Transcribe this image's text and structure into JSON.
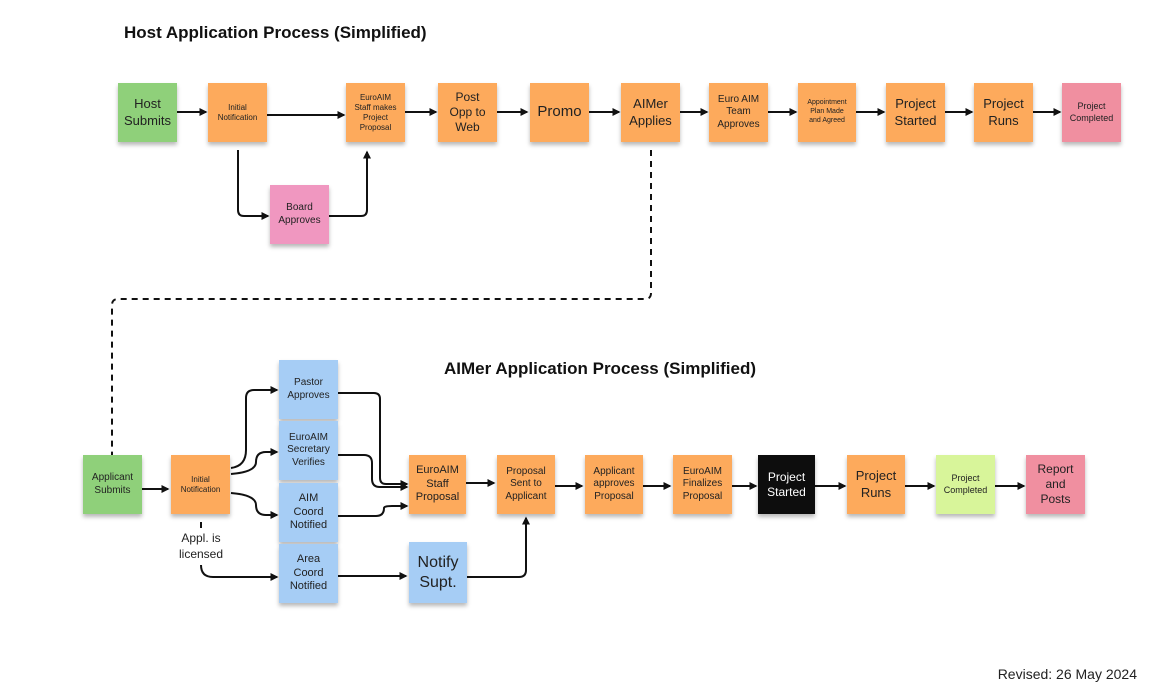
{
  "titles": {
    "host": "Host Application Process (Simplified)",
    "aimer": "AIMer Application Process (Simplified)"
  },
  "host_flow": {
    "host_submits": "Host\nSubmits",
    "initial_notification": "Initial\nNotification",
    "staff_proposal": "EuroAIM\nStaff makes\nProject\nProposal",
    "post_opp": "Post\nOpp to\nWeb",
    "promo": "Promo",
    "aimer_applies": "AIMer\nApplies",
    "team_approves": "Euro AIM\nTeam\nApproves",
    "appointment_plan": "Appointment\nPlan Made\nand Agreed",
    "project_started": "Project\nStarted",
    "project_runs": "Project\nRuns",
    "project_completed": "Project\nCompleted",
    "board_approves": "Board\nApproves"
  },
  "aimer_flow": {
    "applicant_submits": "Applicant\nSubmits",
    "initial_notification": "Initial\nNotification",
    "pastor_approves": "Pastor\nApproves",
    "secretary_verifies": "EuroAIM\nSecretary\nVerifies",
    "aim_coord_notified": "AIM\nCoord\nNotified",
    "area_coord_notified": "Area\nCoord\nNotified",
    "staff_proposal": "EuroAIM\nStaff\nProposal",
    "proposal_sent": "Proposal\nSent to\nApplicant",
    "applicant_approves": "Applicant\napproves\nProposal",
    "finalizes_proposal": "EuroAIM\nFinalizes\nProposal",
    "project_started": "Project\nStarted",
    "project_runs": "Project\nRuns",
    "project_completed": "Project\nCompleted",
    "report_posts": "Report\nand\nPosts",
    "notify_supt": "Notify\nSupt.",
    "appl_licensed": "Appl. is\nlicensed"
  },
  "footer": {
    "revised": "Revised: 26 May 2024"
  },
  "colors": {
    "green": "#8fd07a",
    "orange": "#fdaa5c",
    "pink": "#f097c0",
    "rose": "#f08fa0",
    "blue": "#a6cdf5",
    "lime": "#d8f59a",
    "black": "#0d0d0d"
  }
}
